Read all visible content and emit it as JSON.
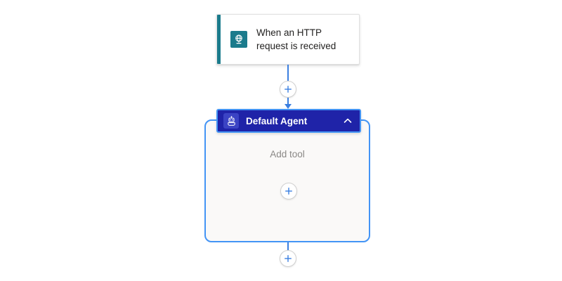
{
  "canvas": {
    "background_color": "#ffffff"
  },
  "trigger_card": {
    "title": "When an HTTP request is received",
    "icon": "http-request-globe-icon",
    "accent_color": "#1b7b8c",
    "icon_background": "#1b7b8c",
    "card_background": "#ffffff",
    "text_color": "#201f1e"
  },
  "connectors": {
    "top_add_button": {
      "icon": "plus-icon",
      "label": "+",
      "color": "#3b7fe0"
    },
    "bottom_add_button": {
      "icon": "plus-icon",
      "label": "+",
      "color": "#3b7fe0"
    },
    "line_color": "#3b7fe0"
  },
  "agent": {
    "header": {
      "title": "Default Agent",
      "icon": "robot-agent-icon",
      "background_color": "#1f23a8",
      "selection_border_color": "#4394f5",
      "collapse_icon": "chevron-up-icon",
      "text_color": "#ffffff"
    },
    "body": {
      "add_tool_label": "Add tool",
      "add_tool_button_icon": "plus-icon",
      "add_tool_button_label": "+",
      "background_color": "#faf9f8",
      "border_color": "#4394f5",
      "label_color": "#8a8886"
    }
  }
}
